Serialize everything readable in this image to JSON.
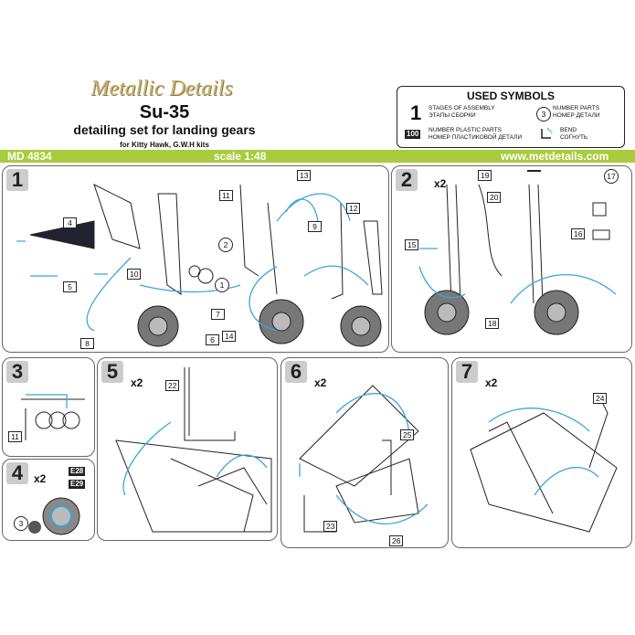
{
  "header": {
    "brand": "Metallic Details",
    "title": "Su-35",
    "subtitle": "detailing set for landing gears",
    "kits": "for Kitty Hawk, G.W.H kits"
  },
  "legend": {
    "title": "USED SYMBOLS",
    "stages_num": "1",
    "stages_en": "STAGES OF ASSEMBLY",
    "stages_ru": "ЭТАПЫ СБОРКИ",
    "parts_num": "3",
    "parts_en": "NUMBER PARTS",
    "parts_ru": "НОМЕР ДЕТАЛИ",
    "plastic_num": "100",
    "plastic_en": "NUMBER PLASTIC PARTS",
    "plastic_ru": "НОМЕР ПЛАСТИКОВОЙ ДЕТАЛИ",
    "bend_en": "BEND",
    "bend_ru": "СОГНУТЬ"
  },
  "bar": {
    "code": "MD 4834",
    "scale": "scale 1:48",
    "url": "www.metdetails.com",
    "color": "#a8cc3b"
  },
  "steps": [
    {
      "num": "1"
    },
    {
      "num": "2",
      "mult": "x2"
    },
    {
      "num": "3"
    },
    {
      "num": "4",
      "mult": "x2"
    },
    {
      "num": "5",
      "mult": "x2"
    },
    {
      "num": "6",
      "mult": "x2"
    },
    {
      "num": "7",
      "mult": "x2"
    }
  ],
  "parts": {
    "p1": "1",
    "p2": "2",
    "p3": "3",
    "p4": "4",
    "p5": "5",
    "p6": "6",
    "p7": "7",
    "p8": "8",
    "p9": "9",
    "p10": "10",
    "p11": "11",
    "p12": "12",
    "p13": "13",
    "p14": "14",
    "p15": "15",
    "p16": "16",
    "p17": "17",
    "p18": "18",
    "p19": "19",
    "p20": "20",
    "p22": "22",
    "p23": "23",
    "p24": "24",
    "p25": "25",
    "p26": "26",
    "e28": "E28",
    "e29": "E29"
  },
  "colors": {
    "accent": "#3aa7d8",
    "ink": "#222222"
  }
}
